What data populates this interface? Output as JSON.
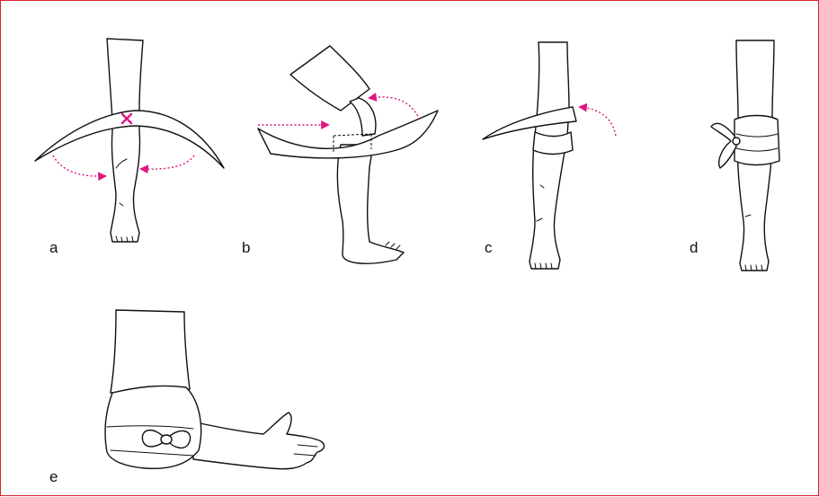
{
  "figure": {
    "border_color": "#d2232a",
    "accent_color": "#e0157f",
    "panels": [
      {
        "id": "a",
        "label": "a"
      },
      {
        "id": "b",
        "label": "b"
      },
      {
        "id": "c",
        "label": "c"
      },
      {
        "id": "d",
        "label": "d"
      },
      {
        "id": "e",
        "label": "e"
      }
    ]
  }
}
